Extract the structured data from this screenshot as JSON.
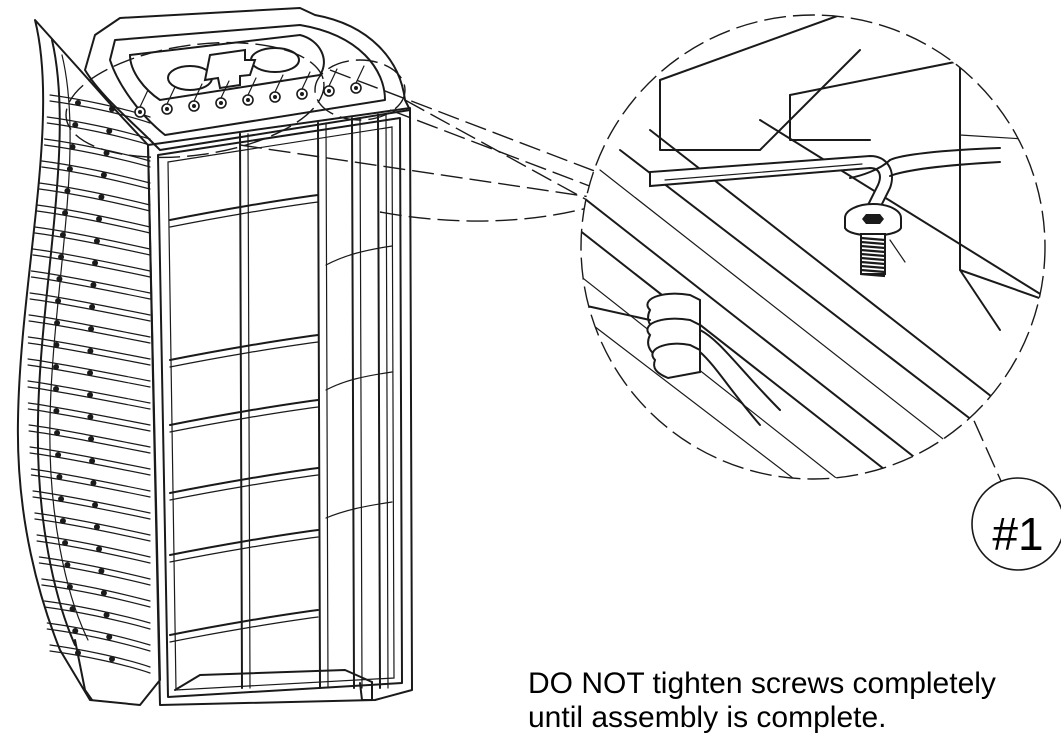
{
  "diagram": {
    "callout": {
      "label": "#1"
    },
    "note": {
      "line1": "DO NOT tighten screws completely",
      "line2": "until assembly is complete."
    }
  }
}
